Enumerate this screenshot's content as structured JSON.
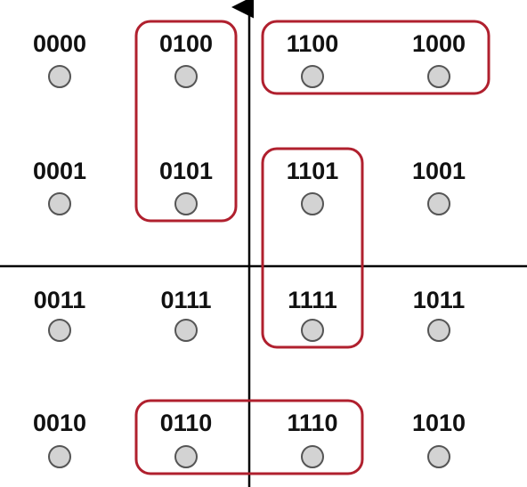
{
  "colors": {
    "dot_fill": "#d3d3d3",
    "dot_stroke": "#555555",
    "group_box": "#b0202e",
    "axis": "#000000",
    "label": "#111111"
  },
  "points": [
    {
      "label": "0000"
    },
    {
      "label": "0100"
    },
    {
      "label": "1100"
    },
    {
      "label": "1000"
    },
    {
      "label": "0001"
    },
    {
      "label": "0101"
    },
    {
      "label": "1101"
    },
    {
      "label": "1001"
    },
    {
      "label": "0011"
    },
    {
      "label": "0111"
    },
    {
      "label": "1111"
    },
    {
      "label": "1011"
    },
    {
      "label": "0010"
    },
    {
      "label": "0110"
    },
    {
      "label": "1110"
    },
    {
      "label": "1010"
    }
  ],
  "groups": [
    {
      "members": [
        "0100",
        "0101"
      ]
    },
    {
      "members": [
        "1100",
        "1000"
      ]
    },
    {
      "members": [
        "1101",
        "1111"
      ]
    },
    {
      "members": [
        "0110",
        "1110"
      ]
    }
  ]
}
